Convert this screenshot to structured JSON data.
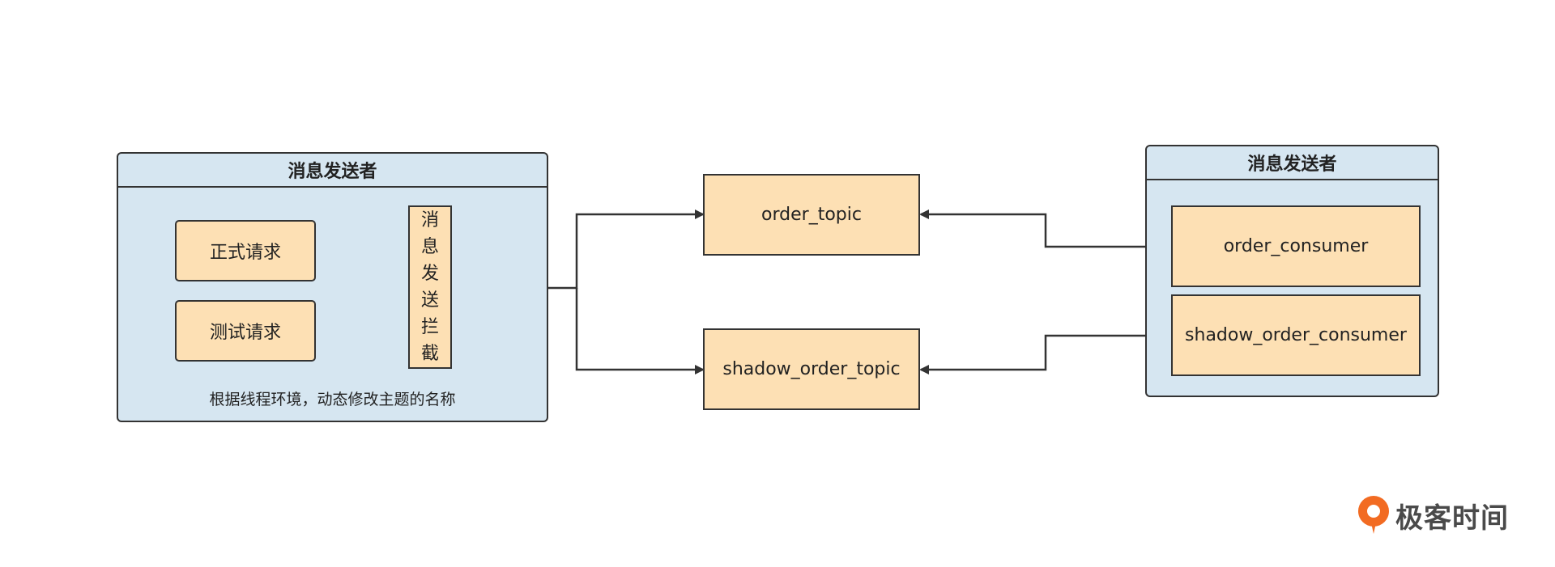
{
  "left_group": {
    "title": "消息发送者",
    "prod_request": "正式请求",
    "test_request": "测试请求",
    "interceptor_chars": [
      "消",
      "息",
      "发",
      "送",
      "拦",
      "截"
    ],
    "caption": "根据线程环境，动态修改主题的名称"
  },
  "topics": {
    "order_topic": "order_topic",
    "shadow_order_topic": "shadow_order_topic"
  },
  "right_group": {
    "title": "消息发送者",
    "order_consumer": "order_consumer",
    "shadow_order_consumer": "shadow_order_consumer"
  },
  "logo": {
    "text": "极客时间"
  },
  "colors": {
    "group_fill": "#d6e6f1",
    "node_fill": "#fde0b4",
    "stroke": "#333333",
    "logo_orange": "#f26b22"
  }
}
